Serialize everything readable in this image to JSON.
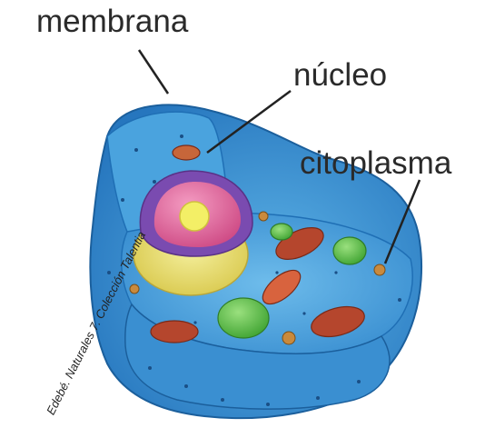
{
  "labels": {
    "membrane": "membrana",
    "nucleus": "núcleo",
    "cytoplasm": "citoplasma"
  },
  "credit": "Edebé. Naturales 7. Colección Talentia",
  "colors": {
    "cell_body": "#3f9ad8",
    "cell_light": "#7cc3ee",
    "cell_dark": "#1f6fb5",
    "nucleus_outer": "#e9e07a",
    "nuclear_envelope": "#7a4bb0",
    "nucleus_inner": "#e56b9f",
    "nucleolus": "#f3ef66",
    "mitochondria": "#b5462d",
    "vacuole": "#5cc24a",
    "label_text": "#2a2a2a"
  },
  "icons": [
    "cell-illustration"
  ]
}
